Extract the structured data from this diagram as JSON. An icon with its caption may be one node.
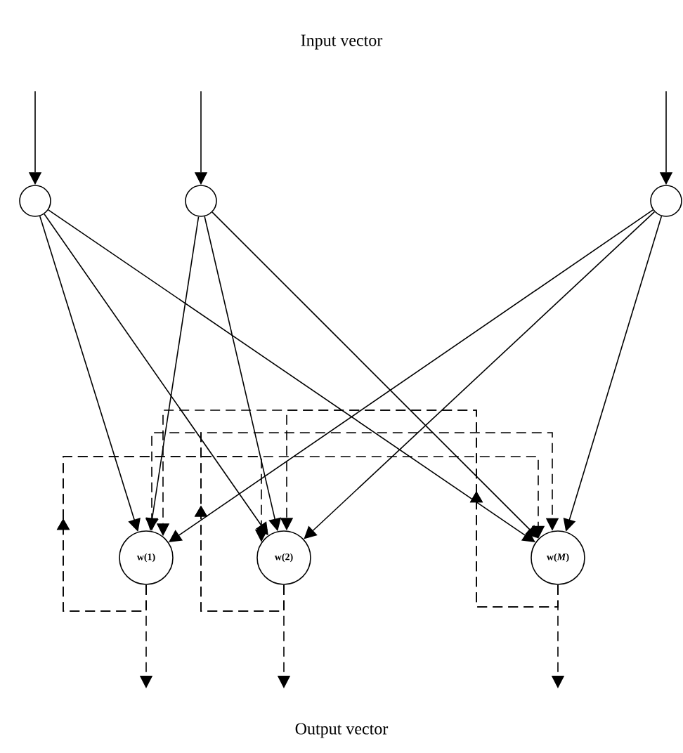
{
  "diagram": {
    "title": "Input vector",
    "nodes": [
      {
        "text": [],
        "shape": "circle"
      },
      {
        "text": [],
        "shape": "circle"
      },
      {
        "text": [],
        "shape": "circle"
      },
      {
        "text": [
          "w(1)"
        ]
      },
      {
        "text": [
          "w(2)"
        ]
      },
      {
        "text": [
          "w(*M*)"
        ]
      }
    ],
    "edges": [
      {
        "from": null,
        "to": 0,
        "arrow": "to"
      },
      {
        "from": null,
        "to": 1,
        "arrow": "to"
      },
      {
        "from": null,
        "to": 2,
        "arrow": "to"
      },
      {
        "from": 0,
        "to": 3,
        "arrow": "to"
      },
      {
        "from": 0,
        "to": 4,
        "arrow": "to"
      },
      {
        "from": 0,
        "to": 5,
        "arrow": "to"
      },
      {
        "from": 1,
        "to": 3,
        "arrow": "to"
      },
      {
        "from": 1,
        "to": 4,
        "arrow": "to"
      },
      {
        "from": 1,
        "to": 5,
        "arrow": "to"
      },
      {
        "from": 2,
        "to": 3,
        "arrow": "to"
      },
      {
        "from": 2,
        "to": 4,
        "arrow": "to"
      },
      {
        "from": 2,
        "to": 5,
        "arrow": "to"
      },
      {
        "from": 3,
        "to": 4,
        "arrow": "to",
        "style": "dashed"
      },
      {
        "from": 3,
        "to": 5,
        "arrow": "to",
        "style": "dashed"
      },
      {
        "from": 4,
        "to": 3,
        "arrow": "to",
        "style": "dashed"
      },
      {
        "from": 4,
        "to": 5,
        "arrow": "to",
        "style": "dashed"
      },
      {
        "from": 5,
        "to": 3,
        "arrow": "to",
        "style": "dashed"
      },
      {
        "from": 5,
        "to": 4,
        "arrow": "to",
        "style": "dashed"
      },
      {
        "from": 3,
        "to": null,
        "arrow": "to",
        "style": "dashed"
      },
      {
        "from": 4,
        "to": null,
        "arrow": "to",
        "style": "dashed"
      },
      {
        "from": 5,
        "to": null,
        "arrow": "to",
        "style": "dashed"
      }
    ],
    "labels": [
      "Output vector"
    ]
  }
}
